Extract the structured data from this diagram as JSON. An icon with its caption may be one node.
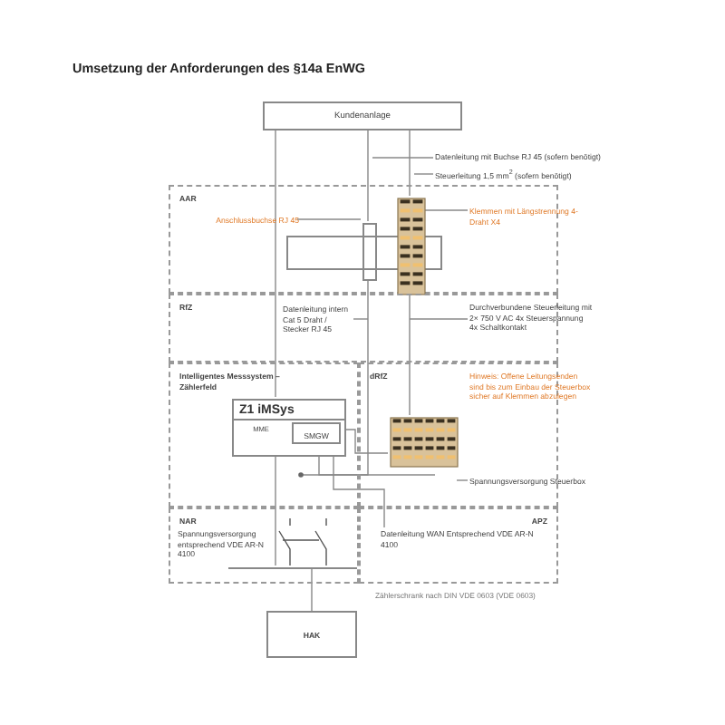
{
  "diagram": {
    "title": "Umsetzung der Anforderungen des §14a EnWG",
    "nodes": [
      {
        "text": [
          "Kundenanlage"
        ]
      },
      {
        "text": [
          "AAR"
        ]
      },
      {
        "text": [
          "RfZ"
        ]
      },
      {
        "text": [
          "Intelligentes Messsystem – Zählerfeld"
        ]
      },
      {
        "text": [
          "dRfZ"
        ]
      },
      {
        "text": [
          "NAR"
        ]
      },
      {
        "text": [
          "APZ"
        ]
      },
      {
        "text": [
          "Z1 iMSys",
          "MME"
        ],
        "in": 3
      },
      {
        "text": [
          "SMGW"
        ],
        "in": 7
      },
      {
        "text": [
          "HAK"
        ]
      },
      {
        "text": [],
        "shape": "box",
        "in": 1
      },
      {
        "text": [],
        "shape": "picture",
        "in": 1
      },
      {
        "text": [],
        "shape": "picture",
        "in": 4
      },
      {
        "text": [
          "Datenleitung mit Buchse RJ 45 (sofern benötigt)"
        ]
      },
      {
        "text": [
          "Steuerleitung 1,5 mm$^{2}$ (sofern benötigt)"
        ]
      },
      {
        "text": [
          "Anschlussbuchse RJ 45"
        ],
        "in": 1
      },
      {
        "text": [
          "Klemmen mit Längstrennung 4-Draht X4"
        ],
        "in": 1
      },
      {
        "text": [
          "Datenleitung intern Cat 5 Draht / Stecker RJ 45"
        ],
        "in": 2
      },
      {
        "text": [
          "Durchverbundene Steuerleitung mit 2× 750 V AC 4x Steuerspannung 4x Schaltkontakt"
        ],
        "in": 2
      },
      {
        "text": [
          "Hinweis: Offene Leitungsenden sind bis zum Einbau der Steuerbox sicher auf Klemmen abzulegen"
        ],
        "in": 4
      },
      {
        "text": [
          "Spannungsversorgung Steuerbox"
        ],
        "in": 4
      },
      {
        "text": [
          "Spannungsversorgung entsprechend VDE AR-N 4100"
        ],
        "in": 5
      },
      {
        "text": [
          "Datenleitung WAN Entsprechend VDE AR-N 4100"
        ],
        "in": 6
      },
      {
        "text": [],
        "shape": "box",
        "in": 1
      },
      {
        "text": [],
        "shape": "bar",
        "in": 5
      }
    ],
    "edges": [
      {
        "from": 0,
        "to": 7,
        "arrow": "none"
      },
      {
        "from": 0,
        "to": 10,
        "arrow": "none"
      },
      {
        "from": 0,
        "to": 11,
        "arrow": "none"
      },
      {
        "from": 10,
        "to": 8,
        "arrow": "none"
      },
      {
        "from": 8,
        "to": 12,
        "arrow": "none"
      },
      {
        "from": 9,
        "to": 24,
        "arrow": "none"
      },
      {
        "from": 13,
        "to": null,
        "arrow": "none"
      },
      {
        "from": 14,
        "to": null,
        "arrow": "none"
      },
      {
        "from": 15,
        "to": 10,
        "arrow": "none"
      },
      {
        "from": 16,
        "to": 11,
        "arrow": "none"
      },
      {
        "from": 17,
        "to": null,
        "arrow": "none"
      },
      {
        "from": 18,
        "to": null,
        "arrow": "none"
      },
      {
        "from": 20,
        "to": 12,
        "arrow": "none"
      },
      {
        "from": 8,
        "to": 22,
        "arrow": "none"
      },
      {
        "from": 7,
        "to": 24,
        "arrow": "none"
      },
      {
        "from": 11,
        "to": 12,
        "arrow": "none"
      }
    ],
    "labels": [
      "Zählerschrank nach DIN VDE 0603 (VDE 0603)"
    ]
  }
}
